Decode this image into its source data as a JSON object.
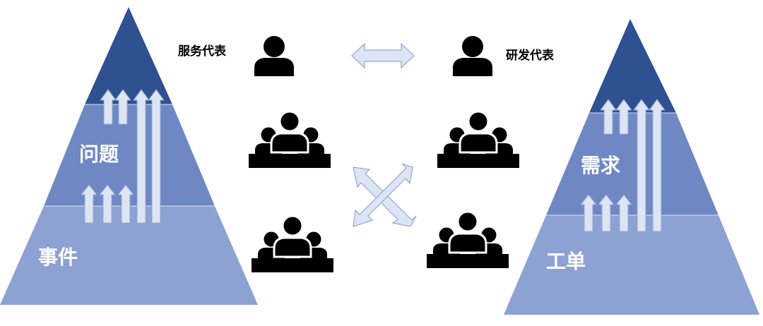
{
  "left_pyramid": {
    "label_upper": "问题",
    "label_lower": "事件"
  },
  "right_pyramid": {
    "label_upper": "需求",
    "label_lower": "工单"
  },
  "roles": {
    "left": "服务代表",
    "right": "研发代表"
  },
  "colors": {
    "tip": "#2f5091",
    "middle": "#6f88c4",
    "base": "#8ea1d3",
    "arrow_fill": "#dde4f3",
    "arrow_stroke": "#8fa6d4",
    "person": "#000000"
  },
  "icons": [
    "person-icon",
    "group-icon",
    "double-arrow-icon",
    "cross-arrows-icon",
    "up-arrow-icon"
  ]
}
